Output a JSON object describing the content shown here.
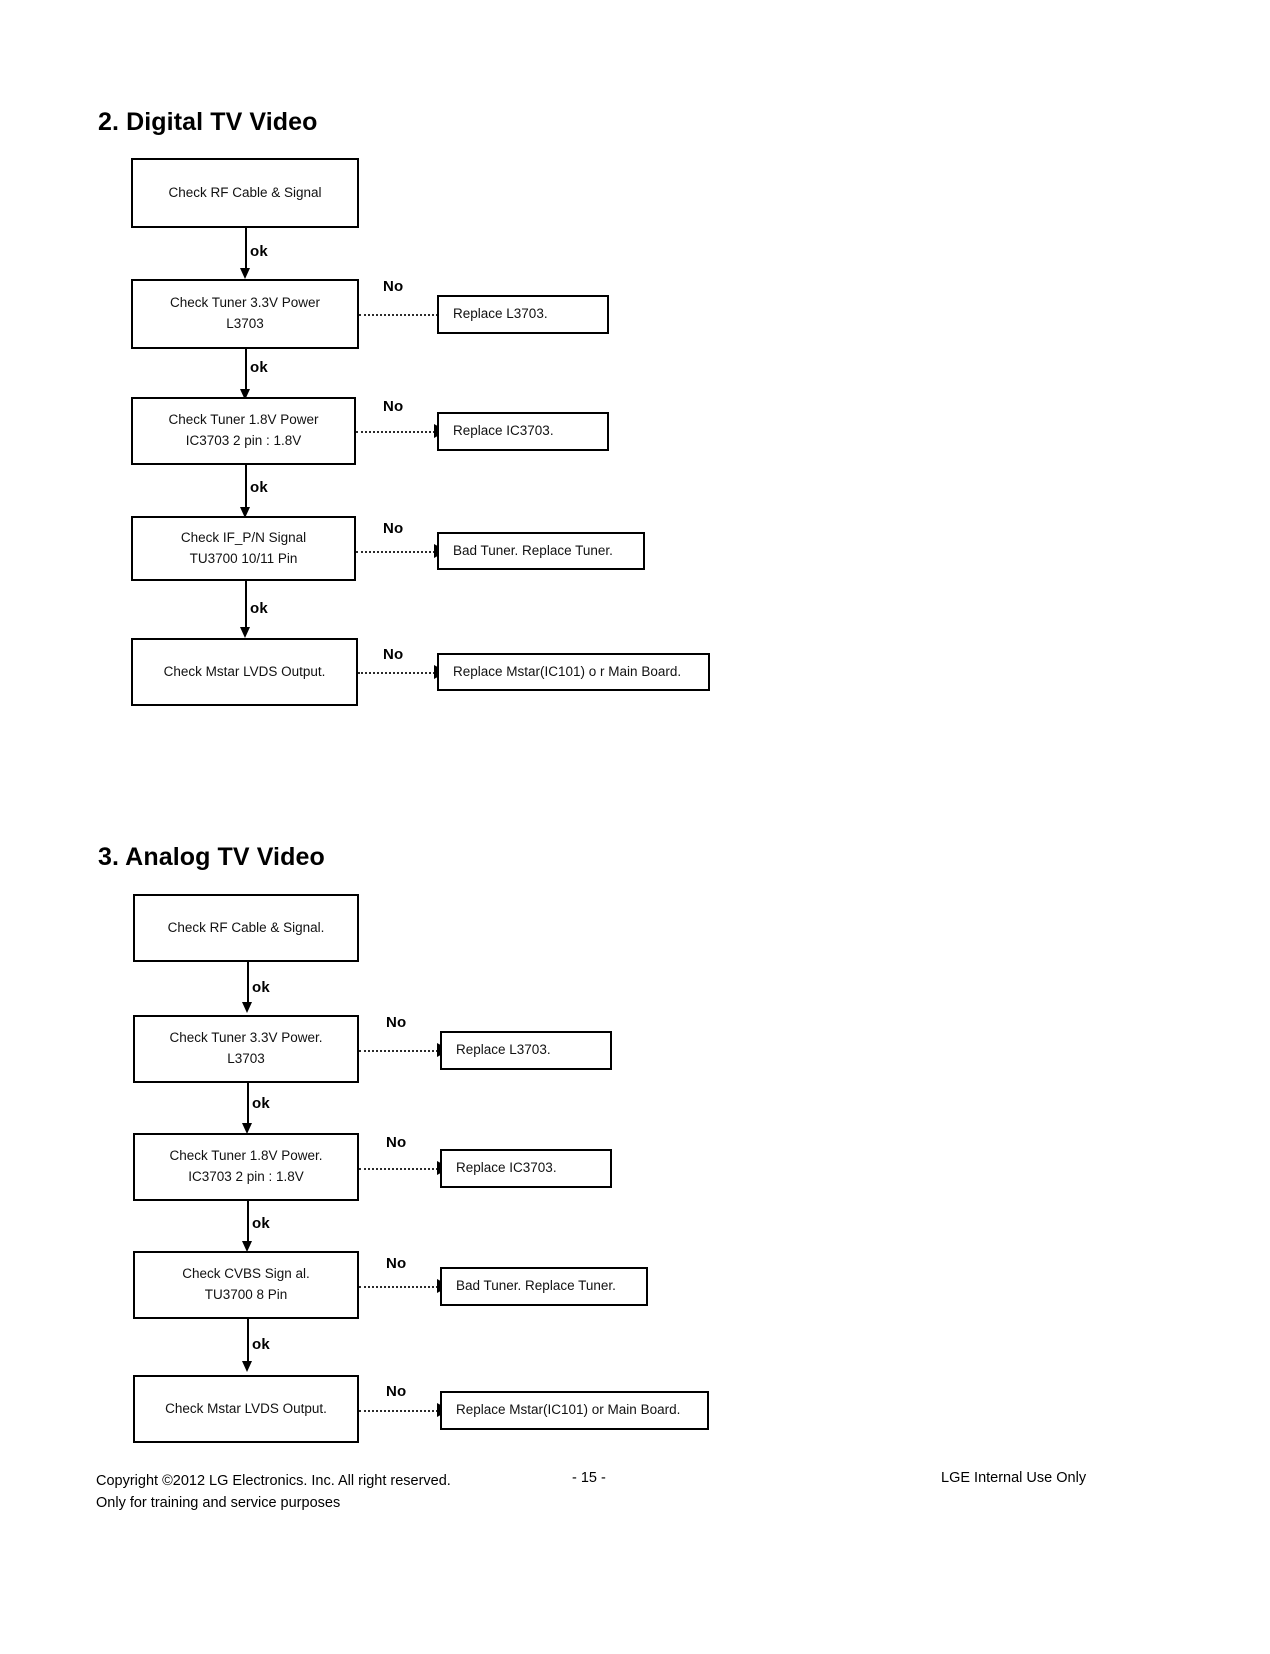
{
  "page": {
    "number_label": "- 15 -"
  },
  "sections": [
    {
      "title": "2. Digital TV Video",
      "steps": [
        {
          "line1": "Check RF Cable & Signal",
          "line2": ""
        },
        {
          "line1": "Check Tuner 3.3V Power",
          "line2": "L3703"
        },
        {
          "line1": "Check Tuner 1.8V Power",
          "line2": "IC3703  2 pin : 1.8V"
        },
        {
          "line1": "Check  IF_P/N Signal",
          "line2": "TU3700 10/11  Pin"
        },
        {
          "line1": "Check Mstar LVDS Output.",
          "line2": ""
        }
      ],
      "results": [
        "Replace L3703.",
        "Replace IC3703.",
        "Bad Tuner. Replace Tuner.",
        "Replace Mstar(IC101) o r Main Board."
      ],
      "ok_label": "ok",
      "no_label": "No"
    },
    {
      "title": "3. Analog TV Video",
      "steps": [
        {
          "line1": "Check RF Cable & Signal.",
          "line2": ""
        },
        {
          "line1": "Check Tuner 3.3V Power.",
          "line2": "L3703"
        },
        {
          "line1": "Check Tuner 1.8V Power.",
          "line2": "IC3703 2 pin : 1.8V"
        },
        {
          "line1": "Check  CVBS Sign al.",
          "line2": "TU3700 8  Pin"
        },
        {
          "line1": "Check Mstar LVDS Output.",
          "line2": ""
        }
      ],
      "results": [
        "Replace L3703.",
        "Replace IC3703.",
        "Bad Tuner. Replace Tuner.",
        "Replace Mstar(IC101) or Main Board."
      ],
      "ok_label": "ok",
      "no_label": "No"
    }
  ],
  "footer": {
    "copyright_line1": "Copyright ©2012 LG Electronics. Inc. All right reserved.",
    "copyright_line2": "Only for training and service purposes",
    "page_number": "- 15 -",
    "notice": "LGE Internal Use Only"
  }
}
